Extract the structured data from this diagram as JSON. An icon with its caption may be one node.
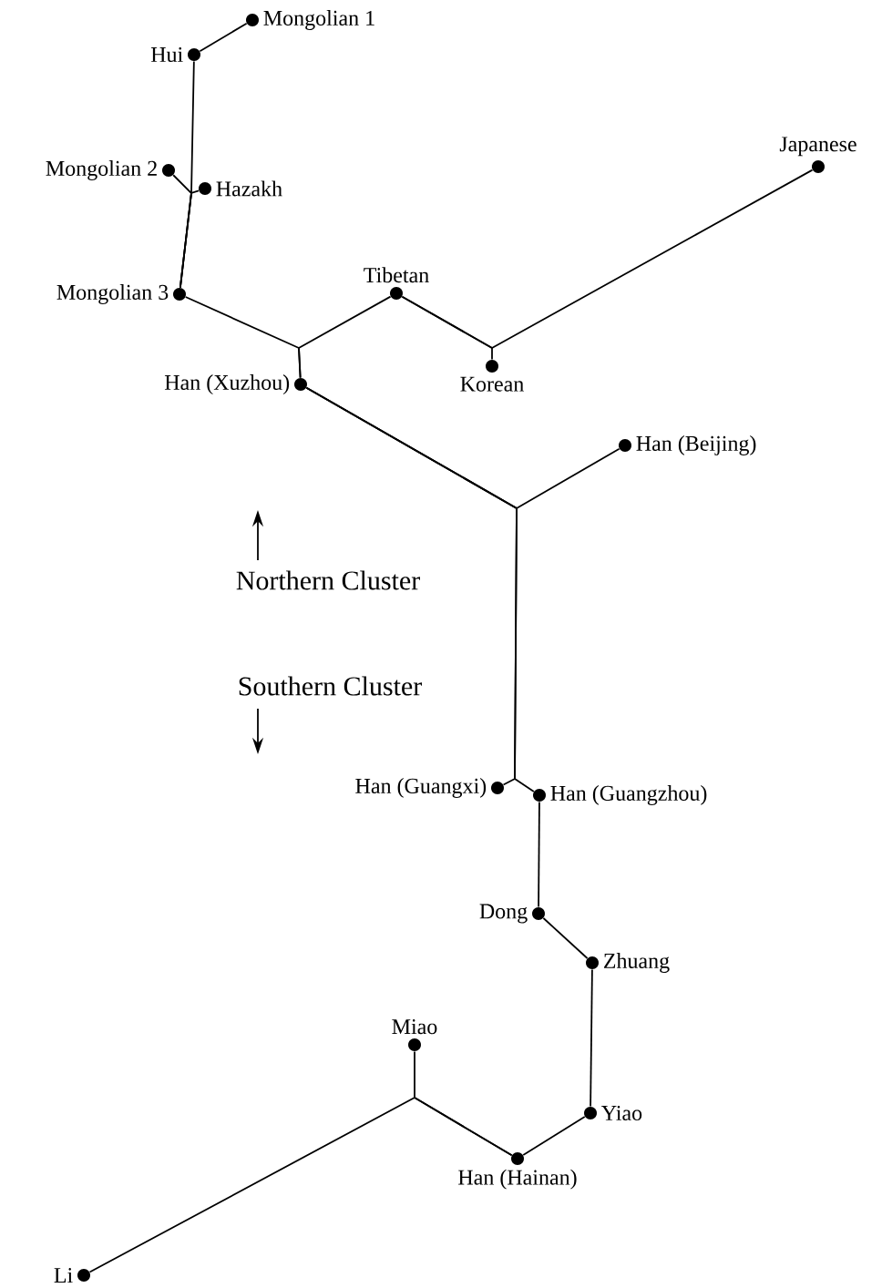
{
  "diagram": {
    "nodes": [
      {
        "text": [
          "Mongolian 1"
        ]
      },
      {
        "text": [
          "Hui"
        ]
      },
      {
        "text": [
          "Mongolian 2"
        ]
      },
      {
        "text": [
          "Hazakh"
        ]
      },
      {
        "text": [
          "Mongolian 3"
        ]
      },
      {
        "text": [
          "Tibetan"
        ]
      },
      {
        "text": [
          "Japanese"
        ]
      },
      {
        "text": [
          "Han (Xuzhou)"
        ]
      },
      {
        "text": [
          "Korean"
        ]
      },
      {
        "text": [
          "Han (Beijing)"
        ]
      },
      {
        "text": [
          "Han (Guangxi)"
        ]
      },
      {
        "text": [
          "Han (Guangzhou)"
        ]
      },
      {
        "text": [
          "Dong"
        ]
      },
      {
        "text": [
          "Zhuang"
        ]
      },
      {
        "text": [
          "Miao"
        ]
      },
      {
        "text": [
          "Yiao"
        ]
      },
      {
        "text": [
          "Han (Hainan)"
        ]
      },
      {
        "text": [
          "Li"
        ]
      }
    ],
    "edges": [
      {
        "from": 0,
        "to": 1,
        "arrow": "none"
      },
      {
        "from": 1,
        "to": 4,
        "arrow": "none"
      },
      {
        "from": 2,
        "to": 4,
        "arrow": "none"
      },
      {
        "from": 3,
        "to": 4,
        "arrow": "none"
      },
      {
        "from": 7,
        "to": 4,
        "arrow": "none"
      },
      {
        "from": 7,
        "to": 5,
        "arrow": "none"
      },
      {
        "from": 5,
        "to": 8,
        "arrow": "none"
      },
      {
        "from": 5,
        "to": 6,
        "arrow": "none"
      },
      {
        "from": 7,
        "to": 9,
        "arrow": "none"
      },
      {
        "from": 7,
        "to": 10,
        "arrow": "none"
      },
      {
        "from": 7,
        "to": 11,
        "arrow": "none"
      },
      {
        "from": 11,
        "to": 12,
        "arrow": "none"
      },
      {
        "from": 12,
        "to": 13,
        "arrow": "none"
      },
      {
        "from": 13,
        "to": 15,
        "arrow": "none"
      },
      {
        "from": 15,
        "to": 16,
        "arrow": "none"
      },
      {
        "from": 16,
        "to": 14,
        "arrow": "none"
      },
      {
        "from": 16,
        "to": 17,
        "arrow": "none"
      }
    ],
    "labels": [
      "Northern Cluster",
      "Southern Cluster"
    ]
  }
}
